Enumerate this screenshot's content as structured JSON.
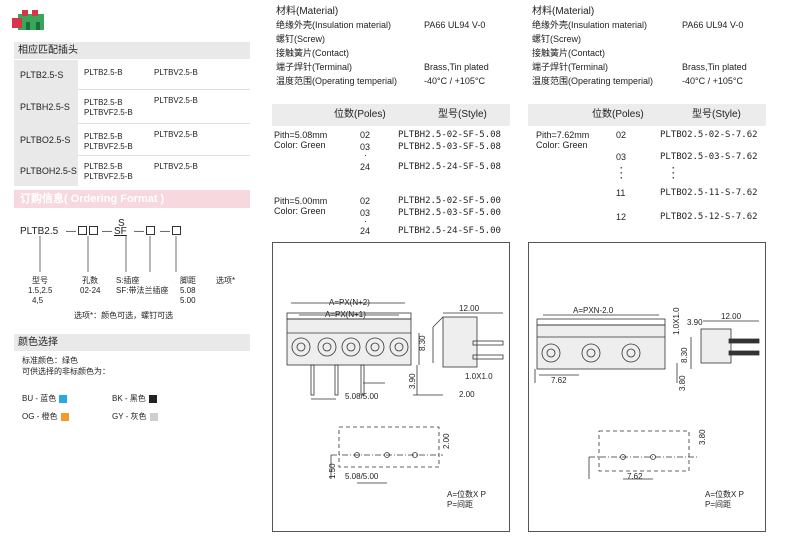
{
  "left": {
    "title": "相应匹配插头",
    "rows": [
      {
        "model": "PLTB2.5-S",
        "a": "PLTB2.5-B",
        "b": "PLTBV2.5-B",
        "c": ""
      },
      {
        "model": "PLTBH2.5-S",
        "a": "PLTB2.5-B",
        "b": "PLTBV2.5-B",
        "c": "PLTBVF2.5-B"
      },
      {
        "model": "PLTBO2.5-S",
        "a": "PLTB2.5-B",
        "b": "PLTBV2.5-B",
        "c": "PLTBVF2.5-B"
      },
      {
        "model": "PLTBOH2.5-S",
        "a": "PLTB2.5-B",
        "b": "PLTBV2.5-B",
        "c": "PLTBVF2.5-B"
      }
    ],
    "ordering_title": "订购信息( Ordering  Format )",
    "code_prefix": "PLTB2.5",
    "code_sf_top": "S",
    "code_sf_bottom": "SF",
    "legend": {
      "type": "型号",
      "type_vals": "1.5,2.5",
      "type_vals2": "4,5",
      "poles": "孔数",
      "poles_vals": "02-24",
      "s": "S:插座",
      "sf": "SF:带法兰插座",
      "pitch": "脚距",
      "pitch_v1": "5.08",
      "pitch_v2": "5.00",
      "option": "选项*"
    },
    "option_note": "选项*：颜色可选，螺钉可选",
    "color_title": "颜色选择",
    "std_color": "标准颜色：绿色",
    "other_colors": "可供选择的非标颜色为：",
    "colors": [
      {
        "label": "BU - 蓝色",
        "hex": "#29a9e1"
      },
      {
        "label": "BK - 黑色",
        "hex": "#222222"
      },
      {
        "label": "OG - 橙色",
        "hex": "#f39a2b"
      },
      {
        "label": "GY - 灰色",
        "hex": "#cfcfcf"
      }
    ]
  },
  "mid": {
    "material": [
      [
        "材料(Material)",
        ""
      ],
      [
        "绝缘外壳(Insulation material)",
        "PA66 UL94 V-0"
      ],
      [
        "螺钉(Screw)",
        ""
      ],
      [
        "接触簧片(Contact)",
        ""
      ],
      [
        "端子焊针(Terminal)",
        "Brass,Tin plated"
      ],
      [
        "温度范围(Operating temperial)",
        "-40°C / +105°C"
      ]
    ],
    "poles_hdr": "位数(Poles)",
    "style_hdr": "型号(Style)",
    "g1_pitch": "Pith=5.08mm",
    "g1_color": "Color: Green",
    "g1": [
      [
        "02",
        "PLTBH2.5-02-SF-5.08"
      ],
      [
        "03",
        "PLTBH2.5-03-SF-5.08"
      ],
      [
        "24",
        "PLTBH2.5-24-SF-5.08"
      ]
    ],
    "g2_pitch": "Pith=5.00mm",
    "g2_color": "Color: Green",
    "g2": [
      [
        "02",
        "PLTBH2.5-02-SF-5.00"
      ],
      [
        "03",
        "PLTBH2.5-03-SF-5.00"
      ],
      [
        "24",
        "PLTBH2.5-24-SF-5.00"
      ]
    ],
    "dims": {
      "a1": "A=PX(N+2)",
      "a2": "A=PX(N+1)",
      "w12": "12.00",
      "h830": "8.30",
      "h390": "3.90",
      "p": "5.08/5.00",
      "d200": "2.00",
      "pin": "1.0X1.0",
      "v200": "2.00",
      "v150": "1.50",
      "pb": "5.08/5.00"
    },
    "note1": "A=位数X P",
    "note2": "P=间距"
  },
  "right": {
    "material": [
      [
        "材料(Material)",
        ""
      ],
      [
        "绝缘外壳(Insulation material)",
        "PA66 UL94 V-0"
      ],
      [
        "螺钉(Screw)",
        ""
      ],
      [
        "接触簧片(Contact)",
        ""
      ],
      [
        "端子焊针(Terminal)",
        "Brass,Tin plated"
      ],
      [
        "温度范围(Operating temperial)",
        "-40°C / +105°C"
      ]
    ],
    "poles_hdr": "位数(Poles)",
    "style_hdr": "型号(Style)",
    "pitch": "Pith=7.62mm",
    "color": "Color: Green",
    "rows": [
      [
        "02",
        "PLTBO2.5-02-S-7.62"
      ],
      [
        "03",
        "PLTBO2.5-03-S-7.62"
      ],
      [
        "11",
        "PLTBO2.5-11-S-7.62"
      ],
      [
        "12",
        "PLTBO2.5-12-S-7.62"
      ]
    ],
    "dims": {
      "a": "A=PXN-2.0",
      "w390": "3.90",
      "w12": "12.00",
      "v10": "1.0X1.0",
      "h830": "8.30",
      "p762": "7.62",
      "h380": "3.80",
      "v380": "3.80",
      "pb": "7.62"
    },
    "note1": "A=位数X P",
    "note2": "P=间距"
  }
}
